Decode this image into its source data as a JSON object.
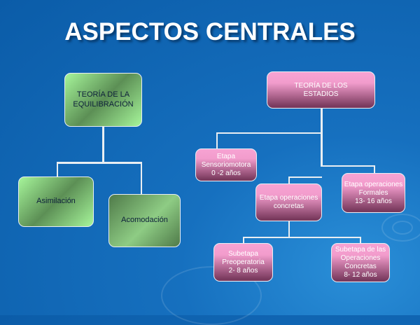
{
  "title": "ASPECTOS CENTRALES",
  "left": {
    "root": "TEORÍA DE LA EQUILIBRACIÓN",
    "children": [
      "Asimilación",
      "Acomodación"
    ]
  },
  "right": {
    "root": "TEORÍA  DE  LOS ESTADIOS",
    "sensoriomotora": [
      "Etapa",
      "Sensoriomotora",
      "0 -2 años"
    ],
    "concretas": [
      "Etapa operaciones",
      "concretas"
    ],
    "formales": [
      "Etapa operaciones",
      "Formales",
      "13- 16 años"
    ],
    "preoperatoria": [
      "Subetapa",
      "Preoperatoria",
      "2- 8 años"
    ],
    "op_concretas": [
      "Subetapa de las",
      "Operaciones",
      "Concretas",
      "8- 12 años"
    ]
  },
  "colors": {
    "background": "#1670bf",
    "green": "#a6f59a",
    "pink": "#f29ccc"
  }
}
